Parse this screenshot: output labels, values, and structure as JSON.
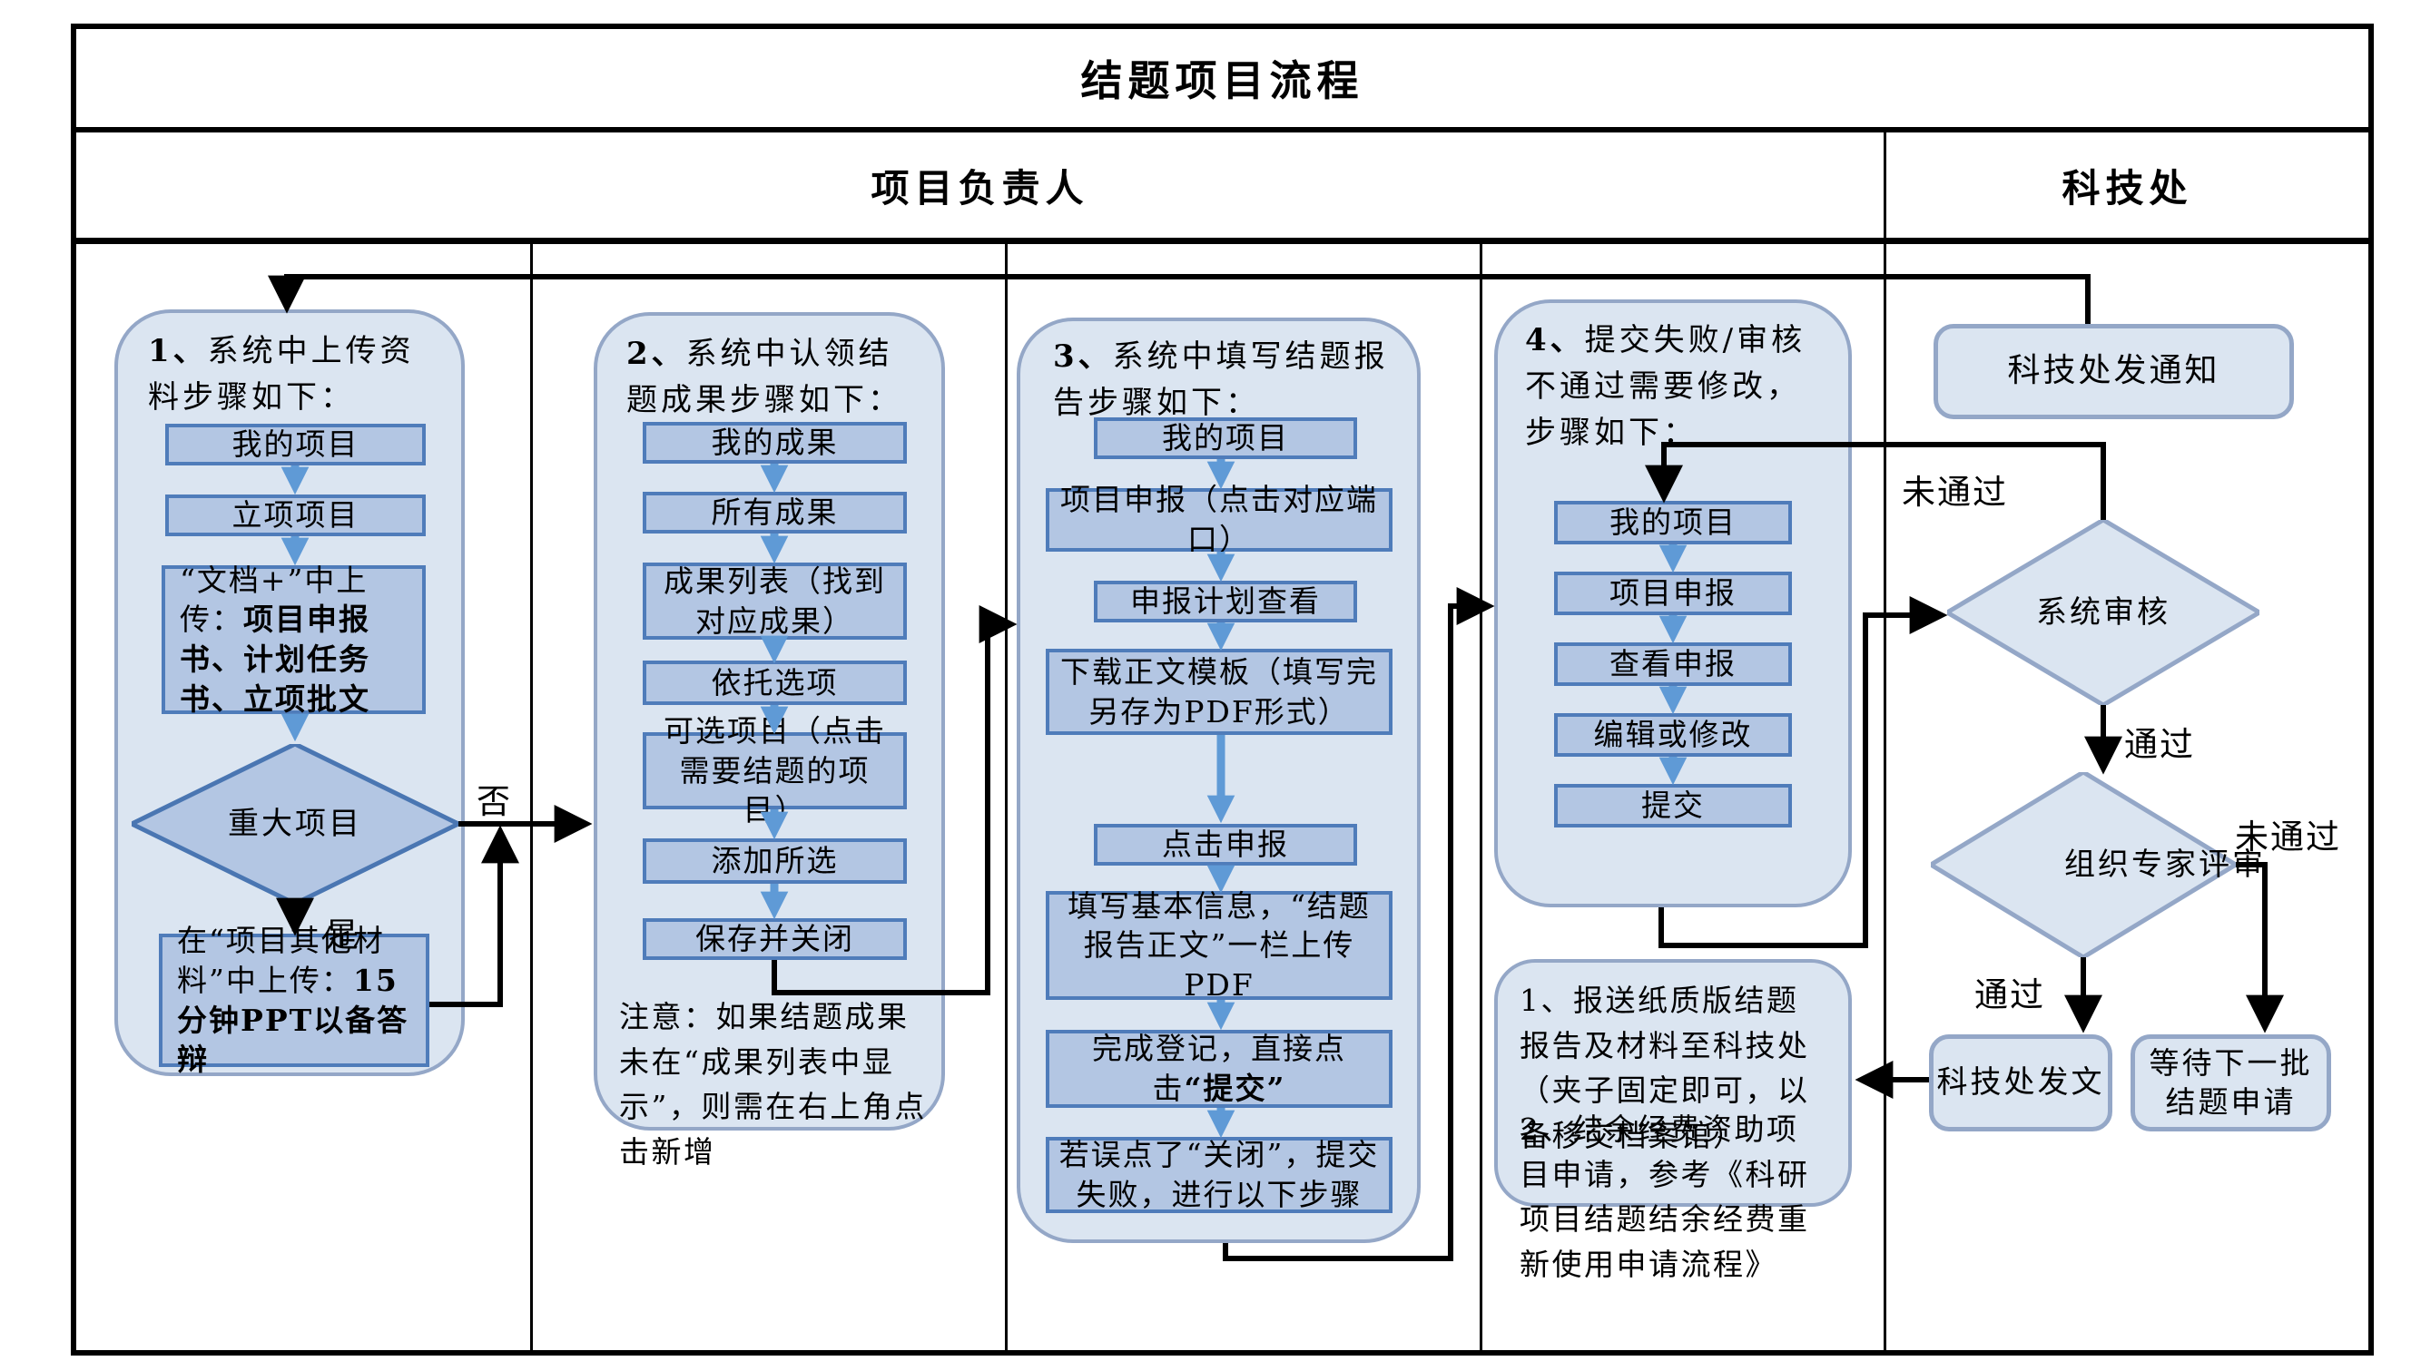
{
  "title": "结题项目流程",
  "lanes": {
    "left": "项目负责人",
    "right": "科技处"
  },
  "col1": {
    "num": "1、",
    "title": "系统中上传资料步骤如下：",
    "step1": "我的项目",
    "step2": "立项项目",
    "doc_pre": "“文档+”中上传：",
    "doc_bold": "项目申报书、计划任务书、立项批文",
    "diamond": "重大项目",
    "label_no": "否",
    "label_yes": "是",
    "ppt_pre": "在“项目其他材料”中上传：",
    "ppt_bold": "15分钟PPT以备答辩"
  },
  "col2": {
    "num": "2、",
    "title": "系统中认领结题成果步骤如下：",
    "steps": [
      "我的成果",
      "所有成果",
      "成果列表（找到对应成果）",
      "依托选项",
      "可选项目（点击需要结题的项目）",
      "添加所选",
      "保存并关闭"
    ],
    "note": "注意：如果结题成果未在“成果列表中显示”，则需在右上角点击新增"
  },
  "col3": {
    "num": "3、",
    "title": "系统中填写结题报告步骤如下：",
    "steps": [
      "我的项目",
      "项目申报（点击对应端口）",
      "申报计划查看",
      "下载正文模板（填写完另存为PDF形式）",
      "点击申报",
      "填写基本信息，“结题报告正文”一栏上传PDF"
    ],
    "submit_pre": "完成登记，直接点击",
    "submit_bold": "“提交”",
    "fail_step": "若误点了“关闭”，提交失败，进行以下步骤"
  },
  "col4": {
    "num": "4、",
    "title": "提交失败/审核不通过需要修改，步骤如下：",
    "steps": [
      "我的项目",
      "项目申报",
      "查看申报",
      "编辑或修改",
      "提交"
    ]
  },
  "notes": {
    "item1": "1、报送纸质版结题报告及材料至科技处（夹子固定即可，以备移交档案馆）",
    "item2": "2、结余经费资助项目申请，参考《科研项目结题结余经费重新使用申请流程》"
  },
  "right": {
    "notify": "科技处发通知",
    "sys_review": "系统审核",
    "expert_review": "组织专家评审",
    "issue_doc": "科技处发文",
    "wait_next": "等待下一批结题申请",
    "pass": "通过",
    "fail": "未通过"
  },
  "colors": {
    "container_fill": "#dbe5f1",
    "container_border": "#94a7c7",
    "box_fill": "#b3c6e3",
    "box_border": "#4f7cba",
    "blue_arrow": "#5f9ad6",
    "line": "#000000"
  }
}
